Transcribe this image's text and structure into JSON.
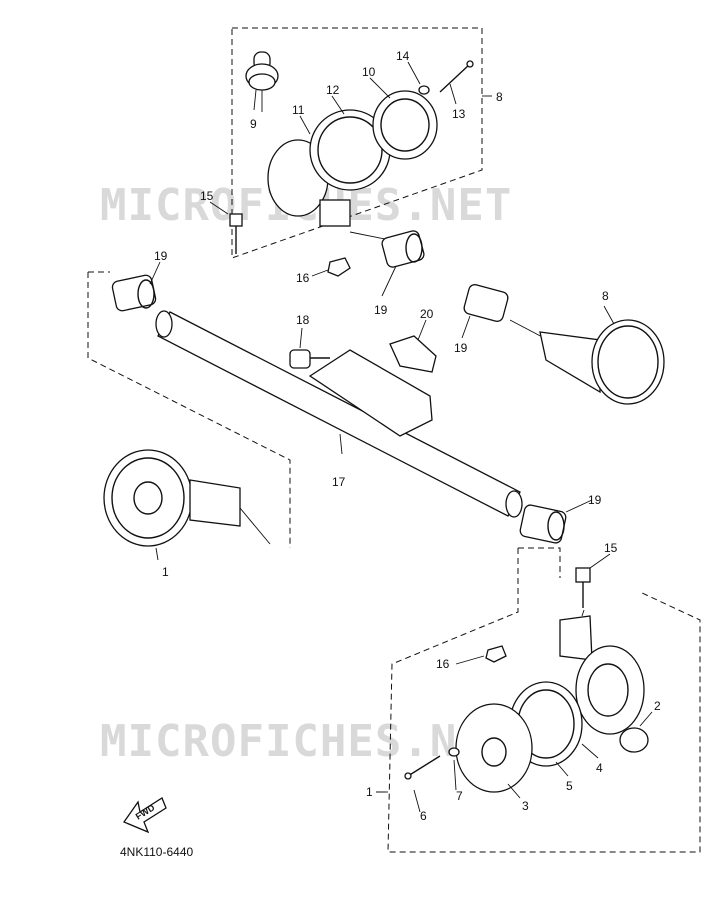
{
  "watermark": {
    "top": "MICROFICHES.NET",
    "bottom": "MICROFICHES.NET"
  },
  "diagram_code": "4NK110-6440",
  "direction_label": "FWD",
  "callouts": {
    "p1_left": "1",
    "p1_right": "1",
    "p2": "2",
    "p3": "3",
    "p4": "4",
    "p5": "5",
    "p6": "6",
    "p7": "7",
    "p8_top": "8",
    "p8_mid": "8",
    "p9": "9",
    "p10": "10",
    "p11": "11",
    "p12": "12",
    "p13": "13",
    "p14": "14",
    "p15_top": "15",
    "p15_right": "15",
    "p16_top": "16",
    "p16_bottom": "16",
    "p17": "17",
    "p18": "18",
    "p19_left": "19",
    "p19_top": "19",
    "p19_mid": "19",
    "p19_right": "19",
    "p20": "20"
  }
}
